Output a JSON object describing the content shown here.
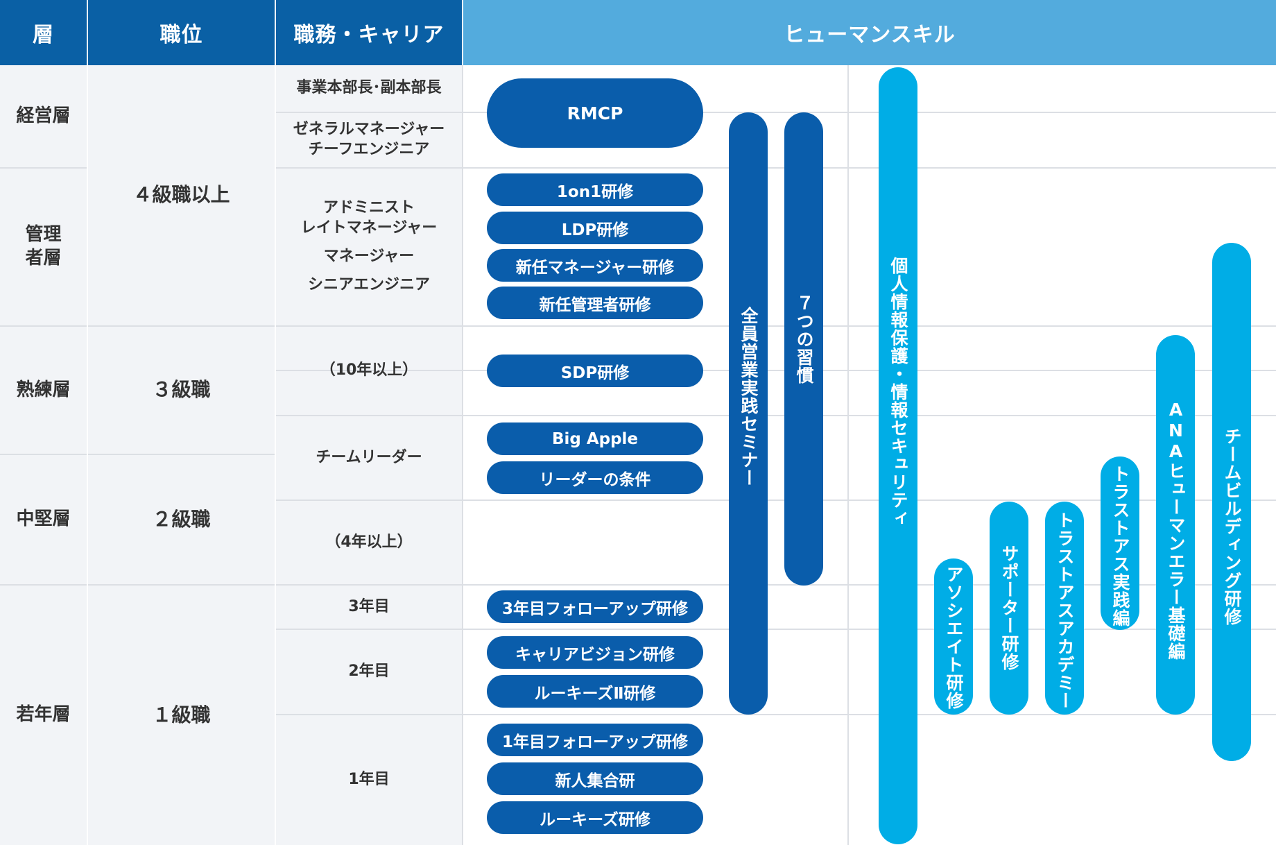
{
  "header": {
    "layer": "層",
    "rank": "職位",
    "career": "職務・キャリア",
    "human_skill": "ヒューマンスキル"
  },
  "layers": {
    "management": "経営層",
    "manager": "管理\n者層",
    "senior": "熟練層",
    "mid": "中堅層",
    "young": "若年層"
  },
  "ranks": {
    "grade4": "４級職以上",
    "grade3": "３級職",
    "grade2": "２級職",
    "grade1": "１級職"
  },
  "duties": {
    "executive": "事業本部長･副本部長",
    "gm": "ゼネラルマネージャー\nチーフエンジニア",
    "admin": "アドミニスト\nレイトマネージャー",
    "manager": "マネージャー",
    "senior_engineer": "シニアエンジニア",
    "ten_years": "（10年以上）",
    "team_leader": "チームリーダー",
    "four_years": "（4年以上）",
    "year3": "3年目",
    "year2": "2年目",
    "year1": "1年目"
  },
  "programs": {
    "rmcp": "RMCP",
    "one_on_one": "1on1研修",
    "ldp": "LDP研修",
    "new_manager": "新任マネージャー研修",
    "new_admin": "新任管理者研修",
    "sdp": "SDP研修",
    "big_apple": "Big Apple",
    "leader_conditions": "リーダーの条件",
    "followup3": "3年目フォローアップ研修",
    "career_vision": "キャリアビジョン研修",
    "rookies2": "ルーキーズⅡ研修",
    "followup1": "1年目フォローアップ研修",
    "newcomer": "新人集合研",
    "rookies": "ルーキーズ研修"
  },
  "vertical_programs": {
    "sales_seminar": "全員営業実践セミナー",
    "seven_habits": "７つの習慣",
    "privacy_security": "個人情報保護・情報セキュリティ",
    "associate": "アソシエイト研修",
    "supporter": "サポーター研修",
    "trust_academy": "トラストアスアカデミー",
    "trust_practice": "トラストアス実践編",
    "ana_human_error": "ANAヒューマンエラー基礎編",
    "team_building": "チームビルディング研修"
  },
  "colors": {
    "header_dark": "#0a60a5",
    "header_light": "#53abdd",
    "pill_dark": "#0a5dab",
    "pill_light": "#00ade6"
  }
}
